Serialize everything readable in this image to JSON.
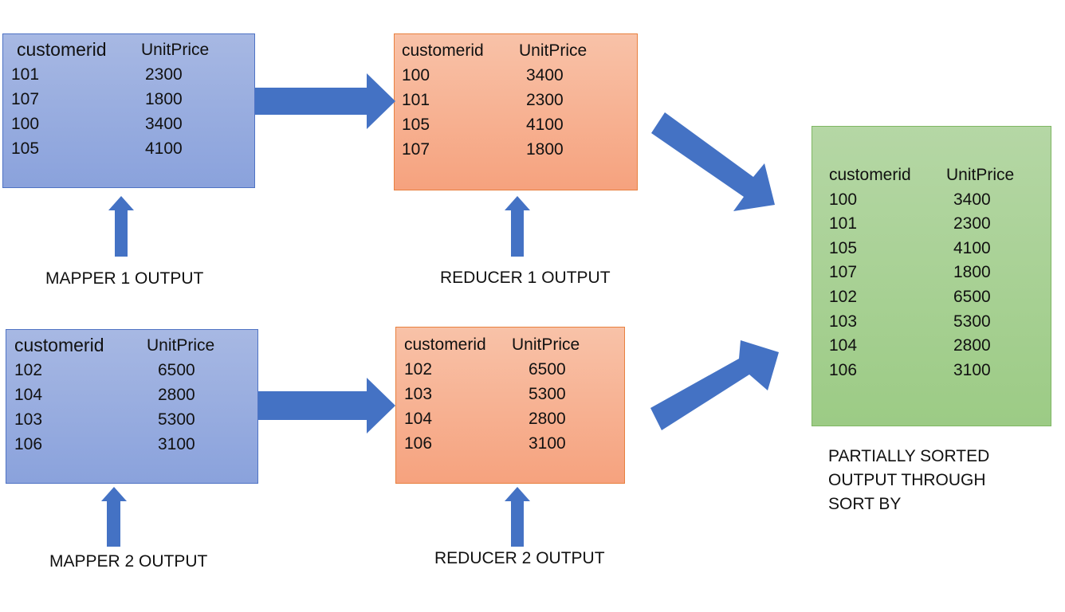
{
  "mapper1": {
    "headers": [
      "customerid",
      "UnitPrice"
    ],
    "rows": [
      [
        "101",
        "2300"
      ],
      [
        "107",
        "1800"
      ],
      [
        "100",
        "3400"
      ],
      [
        "105",
        "4100"
      ]
    ],
    "label": "MAPPER 1 OUTPUT"
  },
  "mapper2": {
    "headers": [
      "customerid",
      "UnitPrice"
    ],
    "rows": [
      [
        "102",
        "6500"
      ],
      [
        "104",
        "2800"
      ],
      [
        "103",
        "5300"
      ],
      [
        "106",
        "3100"
      ]
    ],
    "label": "MAPPER 2 OUTPUT"
  },
  "reducer1": {
    "headers": [
      "customerid",
      "UnitPrice"
    ],
    "rows": [
      [
        "100",
        "3400"
      ],
      [
        "101",
        "2300"
      ],
      [
        "105",
        "4100"
      ],
      [
        "107",
        "1800"
      ]
    ],
    "label": "REDUCER 1 OUTPUT"
  },
  "reducer2": {
    "headers": [
      "customerid",
      "UnitPrice"
    ],
    "rows": [
      [
        "102",
        "6500"
      ],
      [
        "103",
        "5300"
      ],
      [
        "104",
        "2800"
      ],
      [
        "106",
        "3100"
      ]
    ],
    "label": "REDUCER 2 OUTPUT"
  },
  "final": {
    "headers": [
      "customerid",
      "UnitPrice"
    ],
    "rows": [
      [
        "100",
        "3400"
      ],
      [
        "101",
        "2300"
      ],
      [
        "105",
        "4100"
      ],
      [
        "107",
        "1800"
      ],
      [
        "102",
        "6500"
      ],
      [
        "103",
        "5300"
      ],
      [
        "104",
        "2800"
      ],
      [
        "106",
        "3100"
      ]
    ],
    "label_lines": [
      "PARTIALLY SORTED",
      "OUTPUT THROUGH",
      "SORT BY"
    ]
  },
  "colors": {
    "mapper_fill": "#97ace0",
    "reducer_fill": "#f7b08f",
    "final_fill": "#a9d196",
    "arrow": "#4472c4"
  }
}
